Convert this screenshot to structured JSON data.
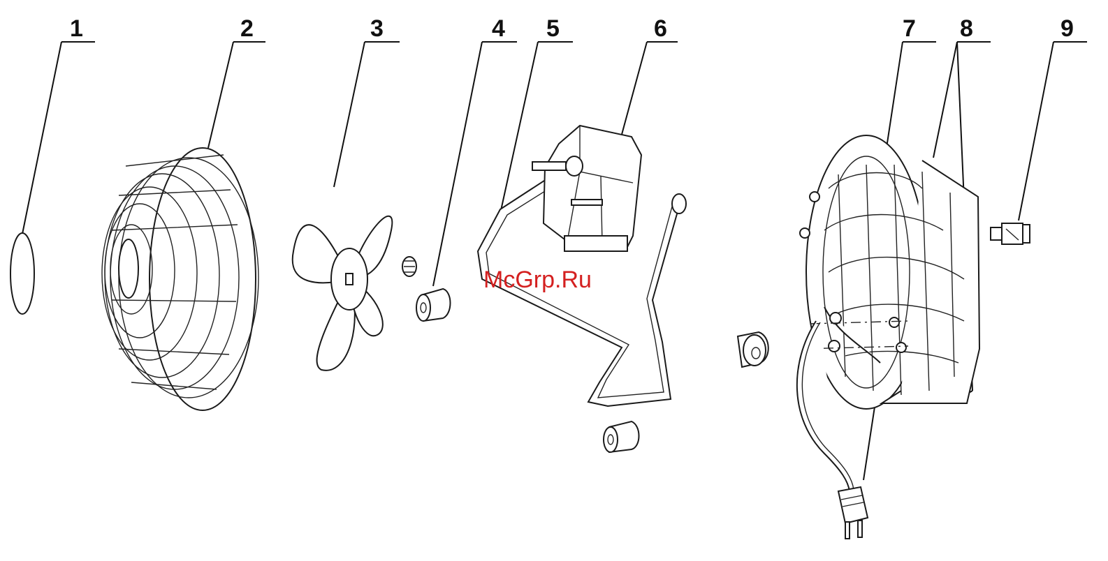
{
  "callouts": [
    "1",
    "2",
    "3",
    "4",
    "5",
    "6",
    "7",
    "8",
    "9"
  ],
  "watermark": "McGrp.Ru",
  "colors": {
    "line": "#111111",
    "watermark": "#d42020",
    "background": "#ffffff"
  }
}
